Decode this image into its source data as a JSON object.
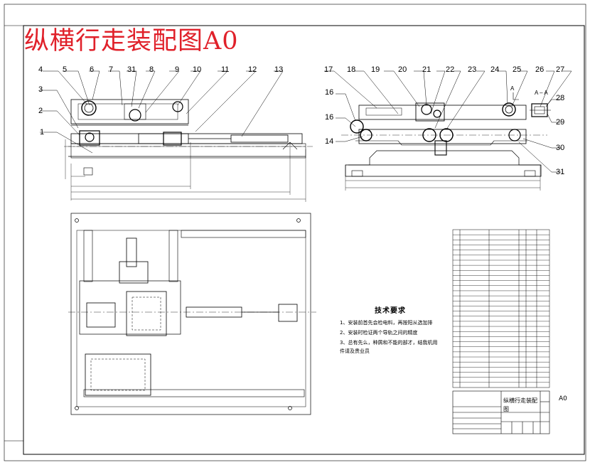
{
  "drawing": {
    "title": "纵横行走装配图A0",
    "sheet_size": "A0"
  },
  "front_view_balloons": [
    "4",
    "5",
    "6",
    "7",
    "31",
    "8",
    "9",
    "10",
    "11",
    "12",
    "13",
    "3",
    "2",
    "1"
  ],
  "side_view_balloons": [
    "17",
    "18",
    "19",
    "20",
    "21",
    "22",
    "23",
    "24",
    "25",
    "26",
    "27",
    "16",
    "16",
    "14",
    "28",
    "29",
    "30",
    "31"
  ],
  "section_label": "A – A",
  "section_arrow_label": "A",
  "technical_requirements": {
    "heading": "技术要求",
    "lines": [
      "1、安装前首先会检电料，再按阳从选加排",
      "2、安装时检证两个导轨之间的精度",
      "3、总有先么，种屑和不能的部才，结我机用",
      "   件请及贵业员"
    ]
  },
  "title_block": {
    "name": "纵横行走装配图",
    "sheet_size": "A0"
  },
  "colors": {
    "title": "#e0212a",
    "lines": "#000000",
    "background": "#ffffff"
  }
}
